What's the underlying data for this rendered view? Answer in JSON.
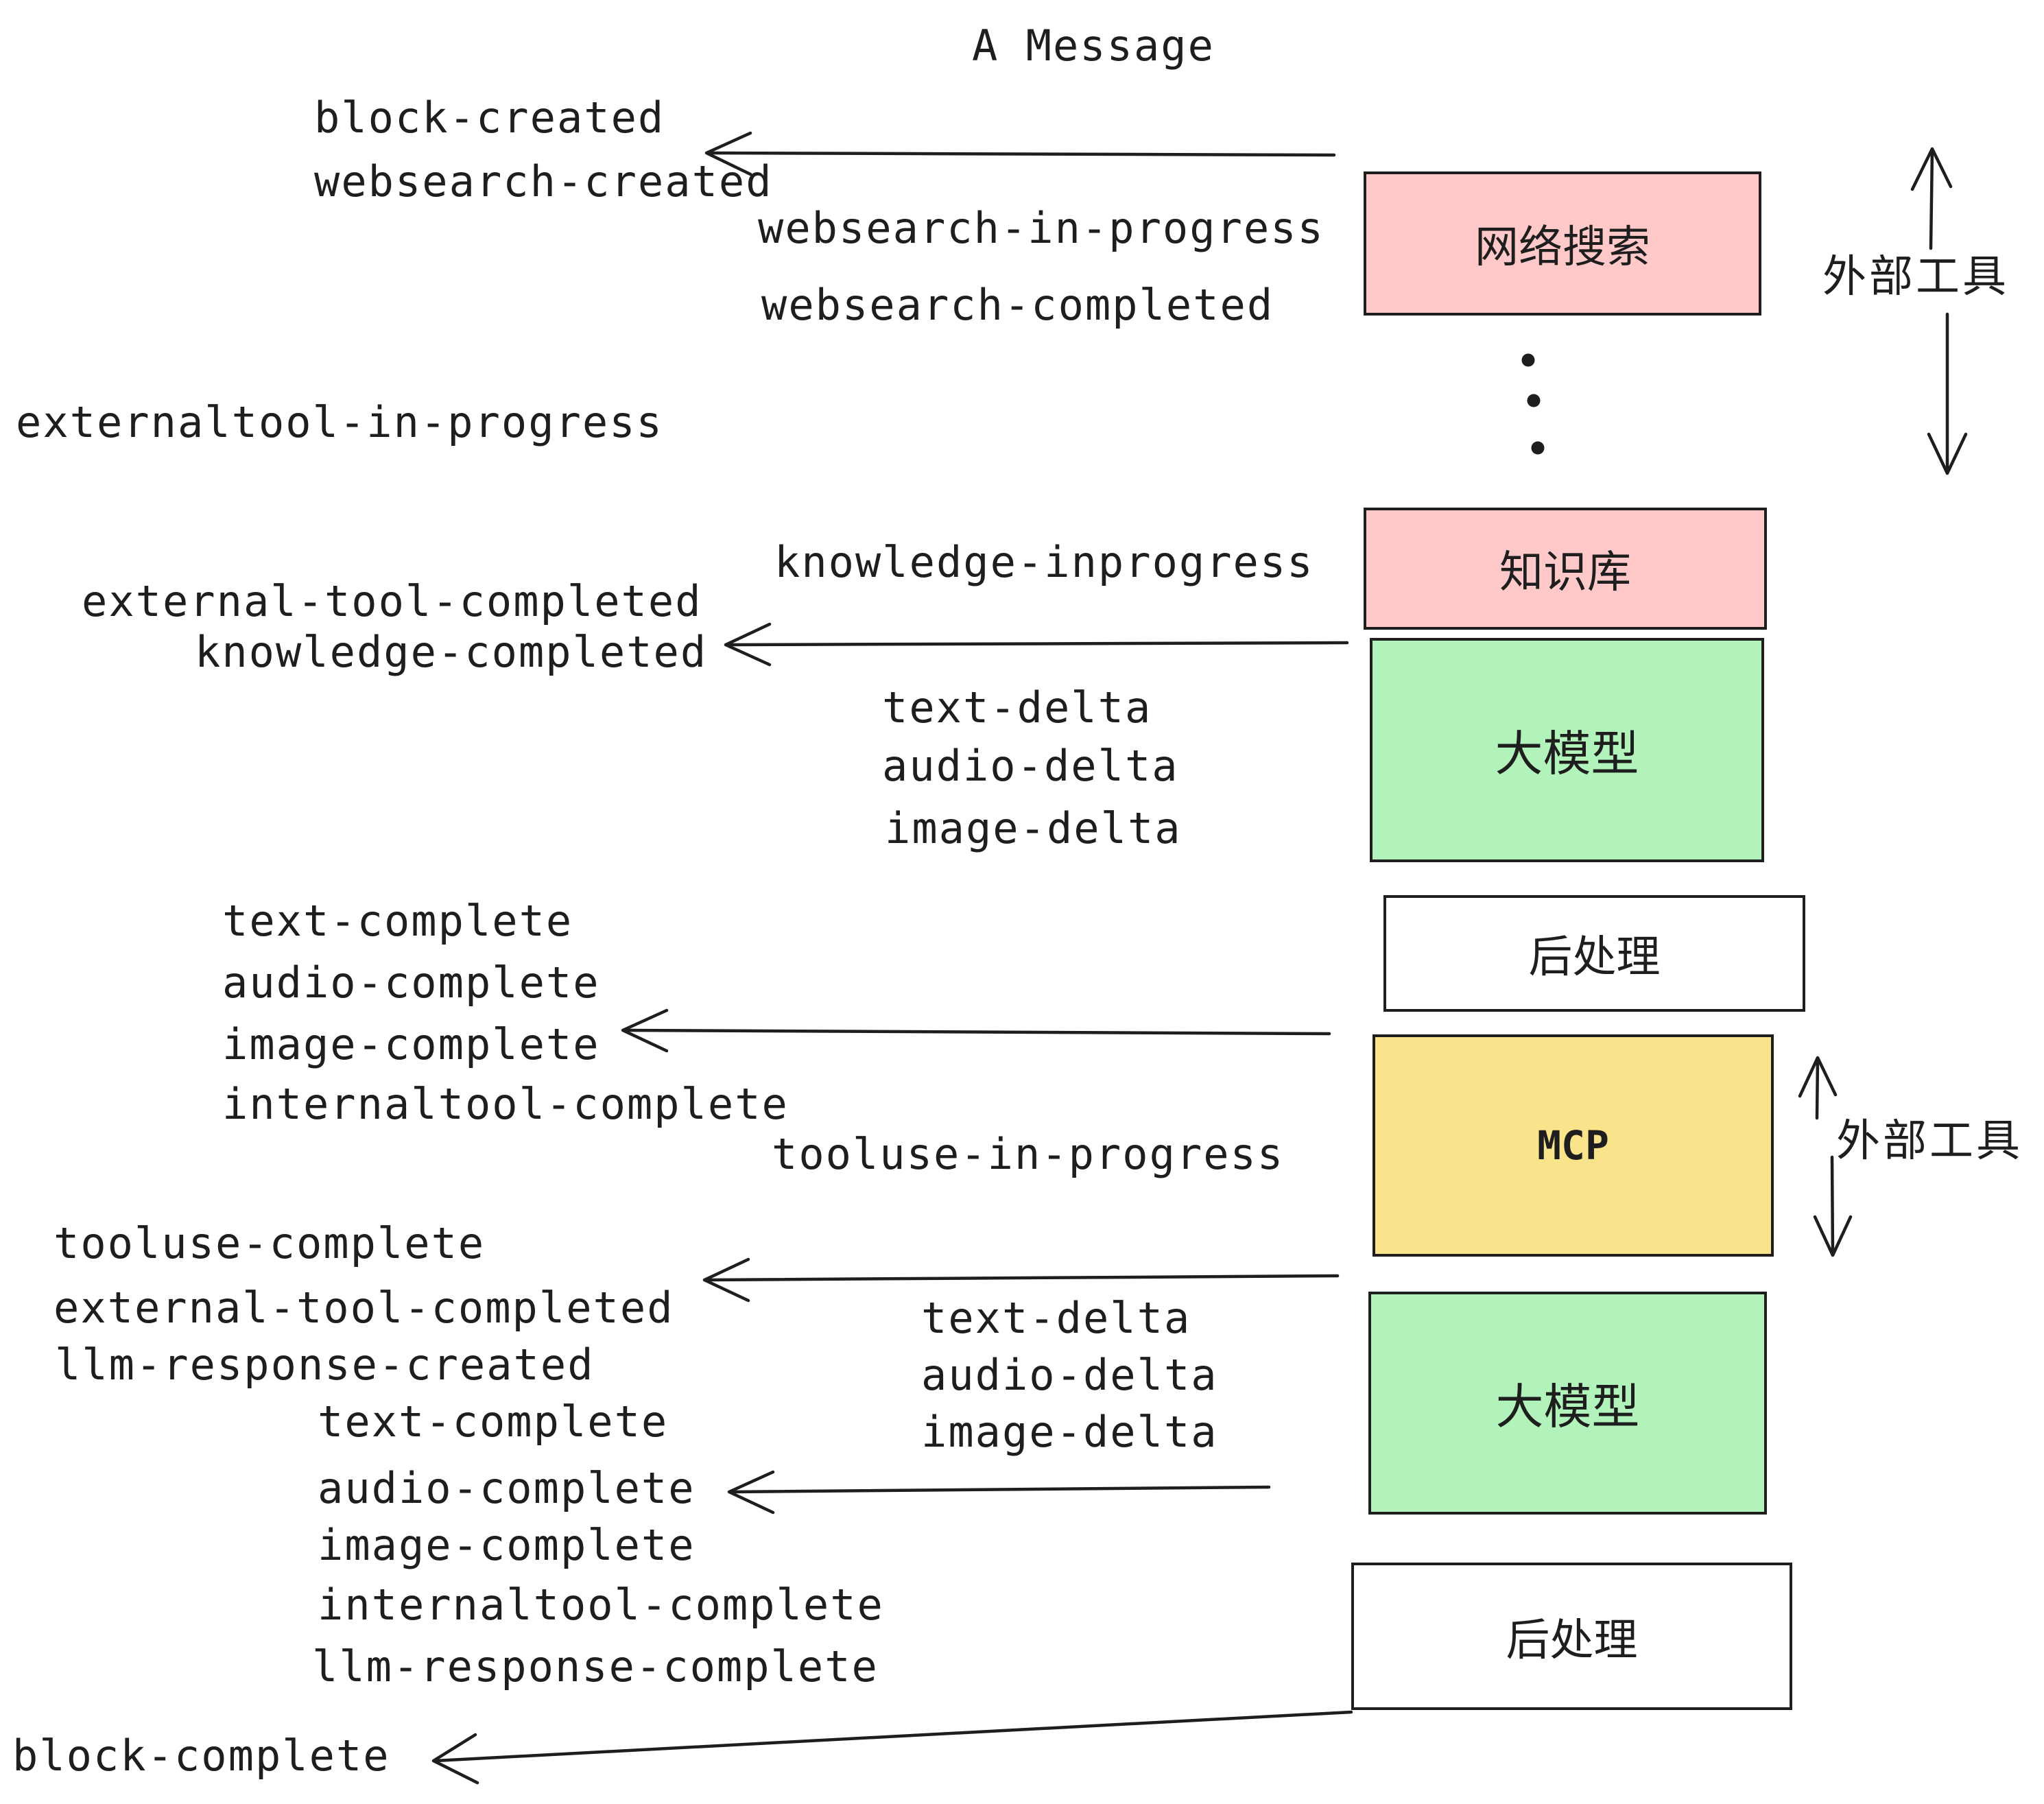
{
  "title": "A Message",
  "colors": {
    "background": "#ffffff",
    "stroke": "#1e1e1e",
    "box_pink": "#ffc9c9",
    "box_green": "#b2f2bb",
    "box_yellow": "#fae48b",
    "box_white": "#ffffff"
  },
  "boxes": [
    {
      "id": "websearch",
      "label": "网络搜索"
    },
    {
      "id": "knowledge",
      "label": "知识库"
    },
    {
      "id": "llm-1",
      "label": "大模型"
    },
    {
      "id": "postprocess-1",
      "label": "后处理"
    },
    {
      "id": "mcp",
      "label": "MCP"
    },
    {
      "id": "llm-2",
      "label": "大模型"
    },
    {
      "id": "postprocess-2",
      "label": "后处理"
    }
  ],
  "side_labels": [
    {
      "text": "外部工具"
    },
    {
      "text": "外部工具"
    }
  ],
  "events": [
    {
      "text": "block-created"
    },
    {
      "text": "websearch-created"
    },
    {
      "text": "websearch-in-progress"
    },
    {
      "text": "websearch-completed"
    },
    {
      "text": "externaltool-in-progress"
    },
    {
      "text": "knowledge-inprogress"
    },
    {
      "text": "external-tool-completed"
    },
    {
      "text": "knowledge-completed"
    },
    {
      "text": "text-delta"
    },
    {
      "text": "audio-delta"
    },
    {
      "text": "image-delta"
    },
    {
      "text": "text-complete"
    },
    {
      "text": "audio-complete"
    },
    {
      "text": "image-complete"
    },
    {
      "text": "internaltool-complete"
    },
    {
      "text": "tooluse-in-progress"
    },
    {
      "text": "tooluse-complete"
    },
    {
      "text": "external-tool-completed"
    },
    {
      "text": "llm-response-created"
    },
    {
      "text": "text-delta"
    },
    {
      "text": "audio-delta"
    },
    {
      "text": "image-delta"
    },
    {
      "text": "text-complete"
    },
    {
      "text": "audio-complete"
    },
    {
      "text": "image-complete"
    },
    {
      "text": "internaltool-complete"
    },
    {
      "text": "llm-response-complete"
    },
    {
      "text": "block-complete"
    }
  ]
}
